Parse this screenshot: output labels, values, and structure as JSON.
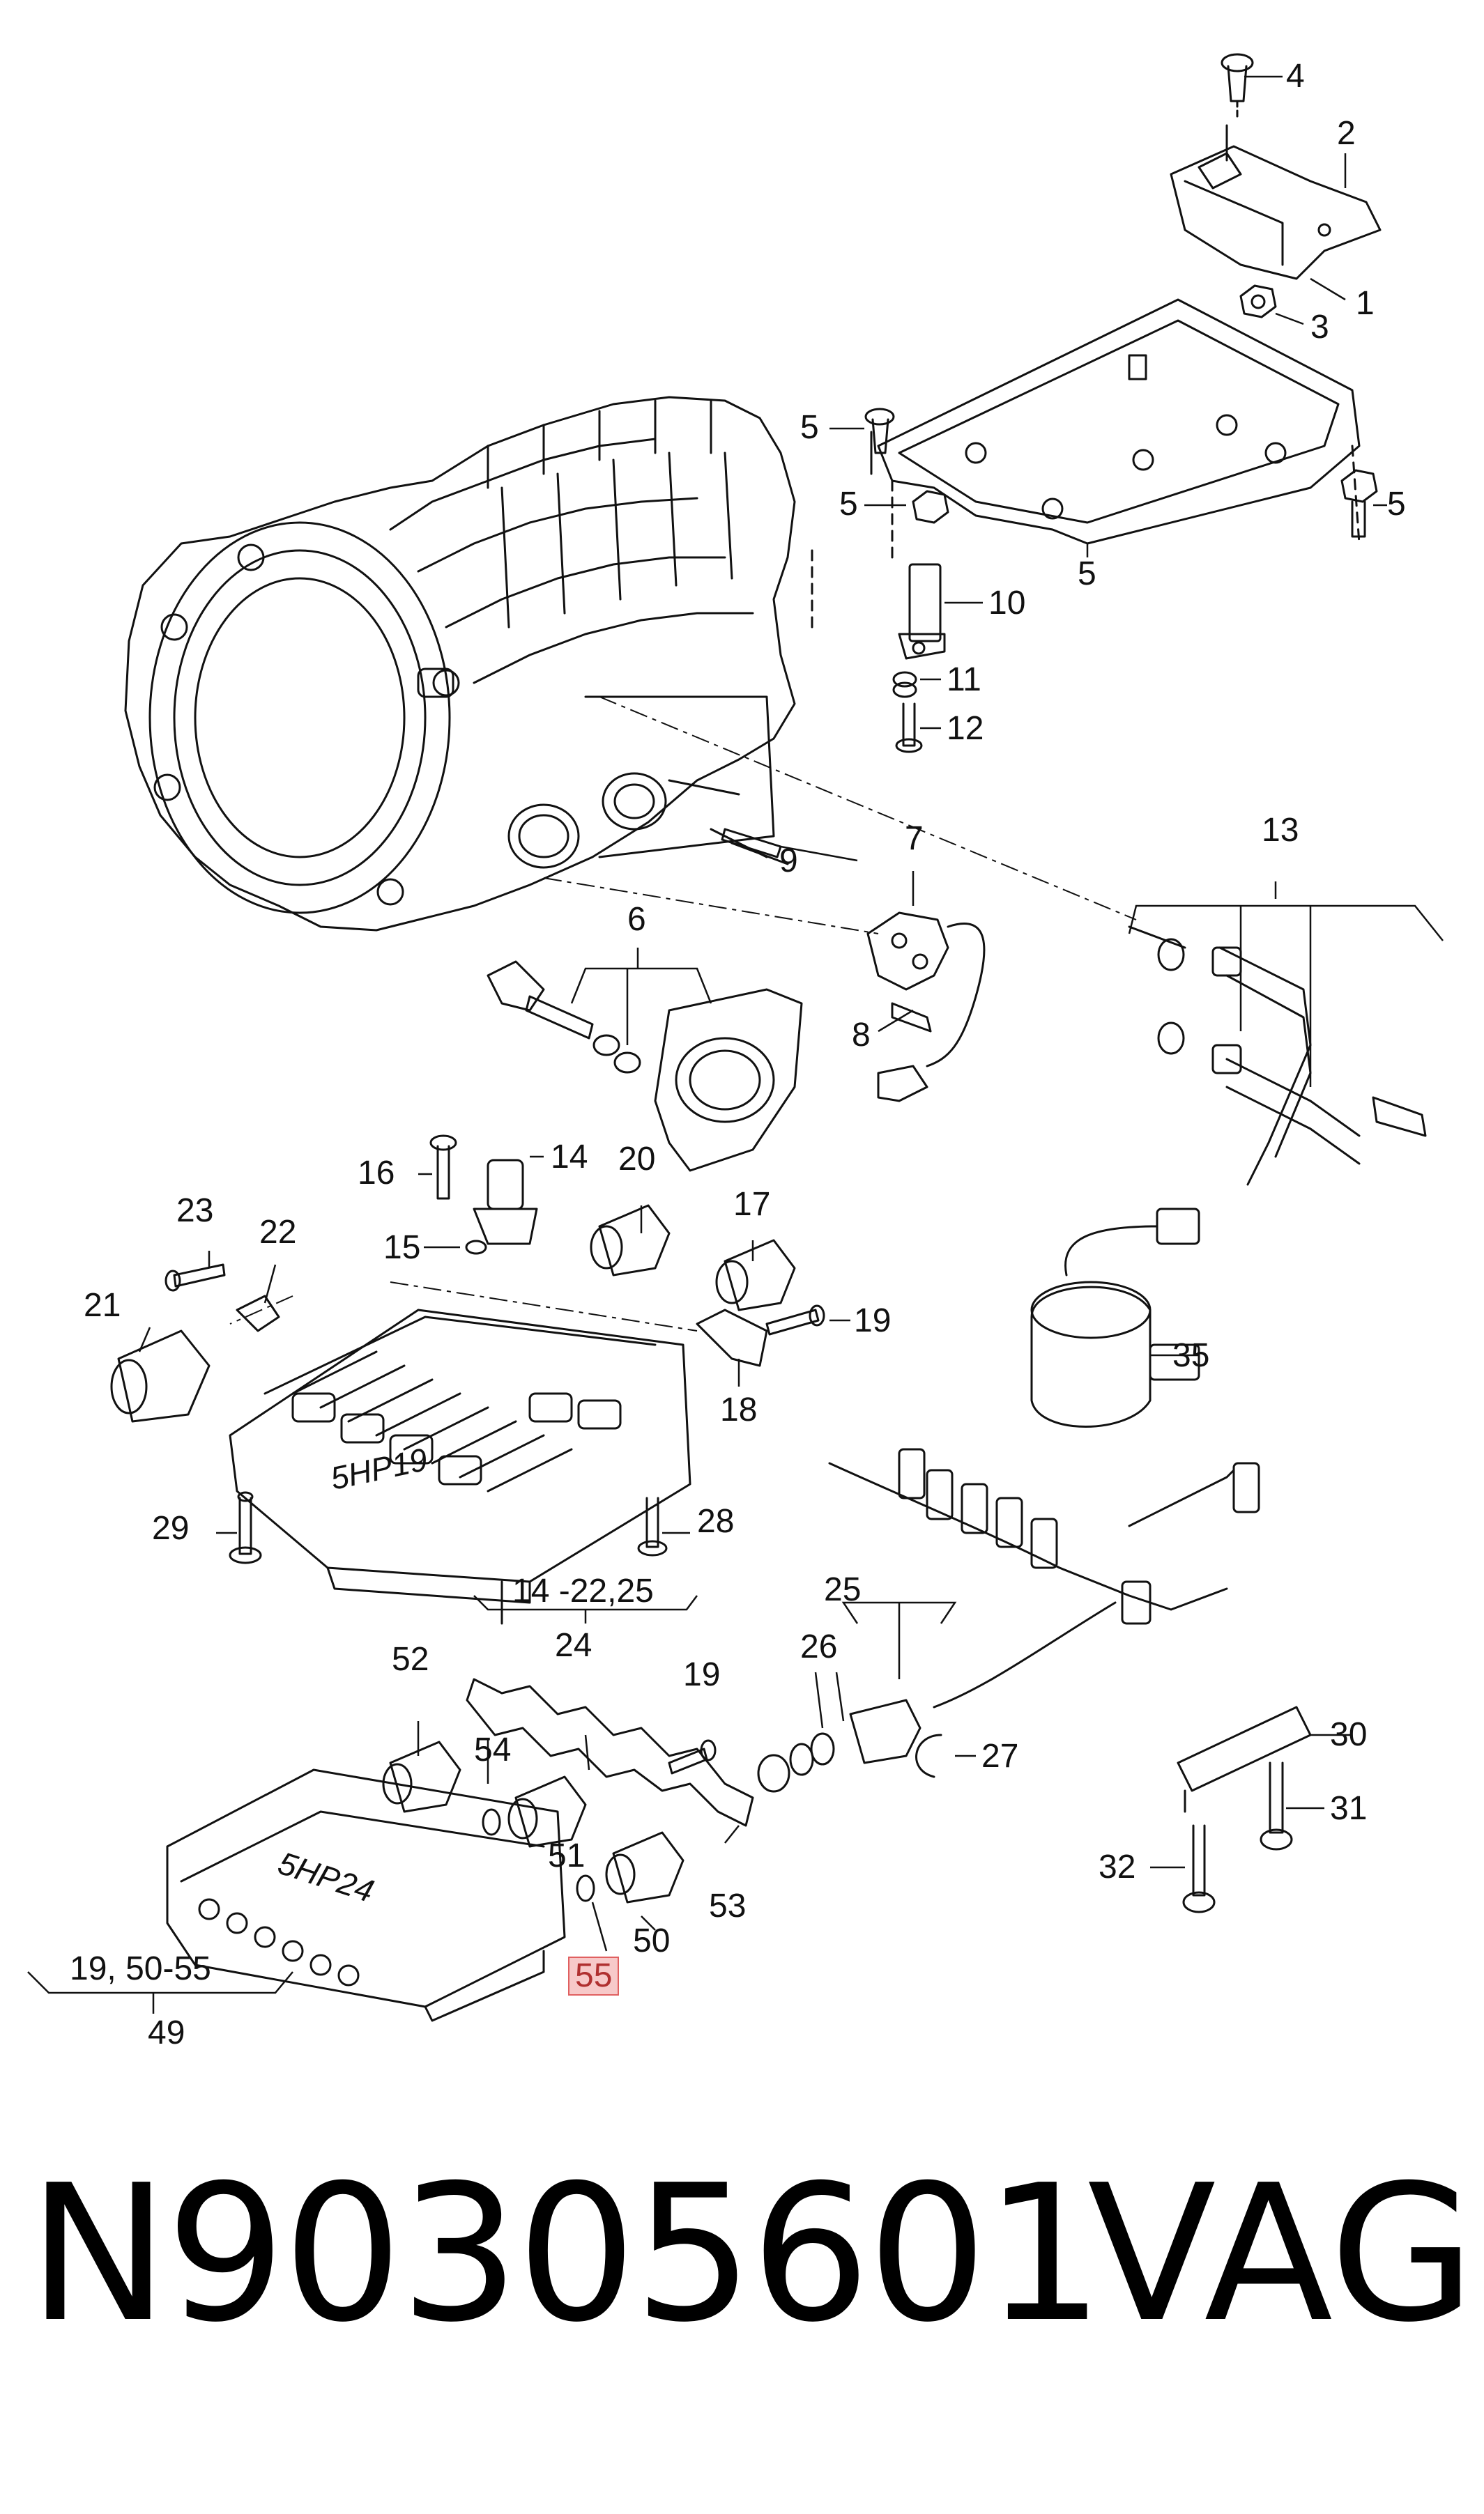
{
  "callouts": {
    "c1": "1",
    "c2": "2",
    "c3": "3",
    "c4": "4",
    "c5a": "5",
    "c5b": "5",
    "c5c": "5",
    "c5d": "5",
    "c6": "6",
    "c7": "7",
    "c8": "8",
    "c9": "9",
    "c10": "10",
    "c11": "11",
    "c12": "12",
    "c13": "13",
    "c14": "14",
    "c15": "15",
    "c16": "16",
    "c17": "17",
    "c18": "18",
    "c19a": "19",
    "c19b": "19",
    "c20": "20",
    "c21": "21",
    "c22": "22",
    "c23": "23",
    "c24": "24",
    "c25": "25",
    "c26": "26",
    "c27": "27",
    "c28": "28",
    "c29": "29",
    "c30": "30",
    "c31": "31",
    "c32": "32",
    "c35": "35",
    "c49": "49",
    "c50": "50",
    "c51": "51",
    "c52": "52",
    "c53": "53",
    "c54": "54",
    "c55": "55",
    "group_14_22_25": "14 -22,25",
    "group_19_50_55": "19, 50-55"
  },
  "valve_body_top_text": "5HP19",
  "valve_body_bottom_text": "5HP24",
  "footer": {
    "part_number": "N90305601",
    "brand": "VAG"
  },
  "colors": {
    "line": "#111111",
    "highlight_fill": "#f7c9c9",
    "highlight_border": "#e06060"
  }
}
